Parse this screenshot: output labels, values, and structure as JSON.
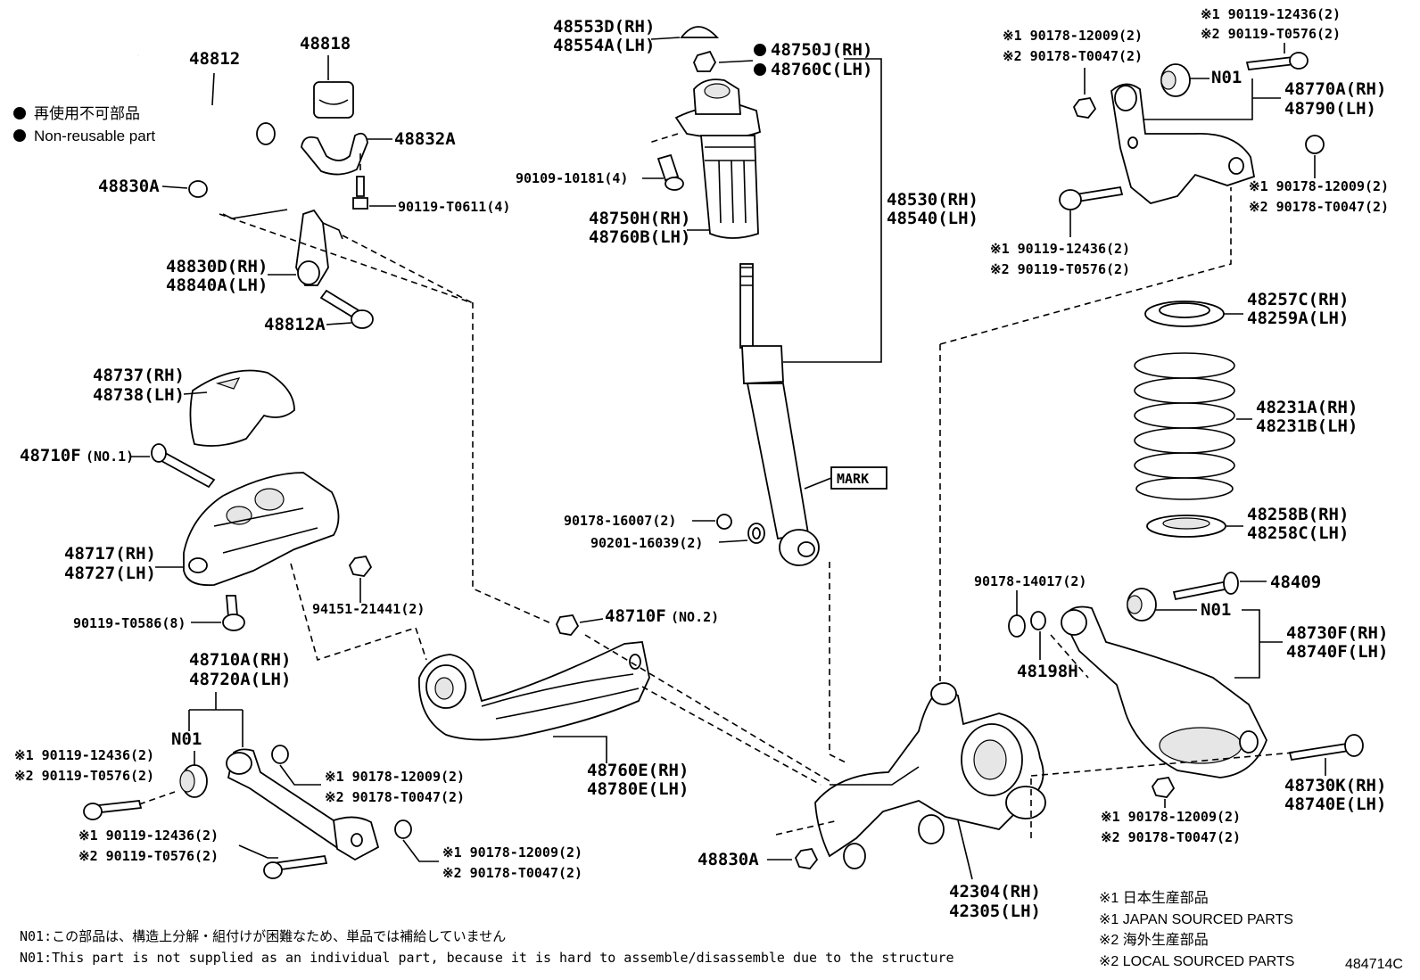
{
  "legend": {
    "bullet_jp": "再使用不可部品",
    "bullet_en": "Non-reusable part"
  },
  "labels": {
    "p48812": "48812",
    "p48818": "48818",
    "p48832A": "48832A",
    "p48830A_top": "48830A",
    "p90119_T0611": "90119-T0611(4)",
    "p48830D": "48830D(RH)",
    "p48840A": "48840A(LH)",
    "p48812A": "48812A",
    "p48553D": "48553D(RH)",
    "p48554A": "48554A(LH)",
    "p48750J": "48750J(RH)",
    "p48760C": "48760C(LH)",
    "p90109_10181": "90109-10181(4)",
    "p48750H": "48750H(RH)",
    "p48760B": "48760B(LH)",
    "p48530": "48530(RH)",
    "p48540": "48540(LH)",
    "mark": "MARK",
    "p90178_16007": "90178-16007(2)",
    "p90201_16039": "90201-16039(2)",
    "p48737": "48737(RH)",
    "p48738": "48738(LH)",
    "p48710F": "48710F",
    "no1": "(NO.1)",
    "p48717": "48717(RH)",
    "p48727": "48727(LH)",
    "p94151": "94151-21441(2)",
    "p90119_T0586": "90119-T0586(8)",
    "p48710F2": "48710F",
    "no2": "(NO.2)",
    "p48710A": "48710A(RH)",
    "p48720A": "48720A(LH)",
    "n01_a": "N01",
    "l1_a": "※1 90119-12436(2)",
    "l2_a": "※2 90119-T0576(2)",
    "l1_b": "※1 90178-12009(2)",
    "l2_b": "※2 90178-T0047(2)",
    "l1_c": "※1 90119-12436(2)",
    "l2_c": "※2 90119-T0576(2)",
    "l1_d": "※1 90178-12009(2)",
    "l2_d": "※2 90178-T0047(2)",
    "p48760E": "48760E(RH)",
    "p48780E": "48780E(LH)",
    "p48830A_bot": "48830A",
    "p42304": "42304(RH)",
    "p42305": "42305(LH)",
    "tr1_a": "※1 90119-12436(2)",
    "tr2_a": "※2 90119-T0576(2)",
    "tr1_b": "※1 90178-12009(2)",
    "tr2_b": "※2 90178-T0047(2)",
    "n01_b": "N01",
    "p48770A": "48770A(RH)",
    "p48790": "48790(LH)",
    "tr1_c": "※1 90178-12009(2)",
    "tr2_c": "※2 90178-T0047(2)",
    "tr1_d": "※1 90119-12436(2)",
    "tr2_d": "※2 90119-T0576(2)",
    "p48257C": "48257C(RH)",
    "p48259A": "48259A(LH)",
    "p48231A": "48231A(RH)",
    "p48231B": "48231B(LH)",
    "p48258B": "48258B(RH)",
    "p48258C": "48258C(LH)",
    "p90178_14017": "90178-14017(2)",
    "p48409": "48409",
    "n01_c": "N01",
    "p48198H": "48198H",
    "p48730F": "48730F(RH)",
    "p48740F": "48740F(LH)",
    "p48730K": "48730K(RH)",
    "p48740E": "48740E(LH)",
    "br1": "※1 90178-12009(2)",
    "br2": "※2 90178-T0047(2)"
  },
  "footer": {
    "note_jp": "N01:この部品は、構造上分解・組付けが困難なため、単品では補給していません",
    "note_en": "N01:This part is not supplied as an individual part, because it is hard to assemble/disassemble due to the structure",
    "src1_jp": "※1 日本生産部品",
    "src1_en": "※1 JAPAN SOURCED PARTS",
    "src2_jp": "※2 海外生産部品",
    "src2_en": "※2 LOCAL SOURCED PARTS",
    "diagram_id": "484714C"
  }
}
